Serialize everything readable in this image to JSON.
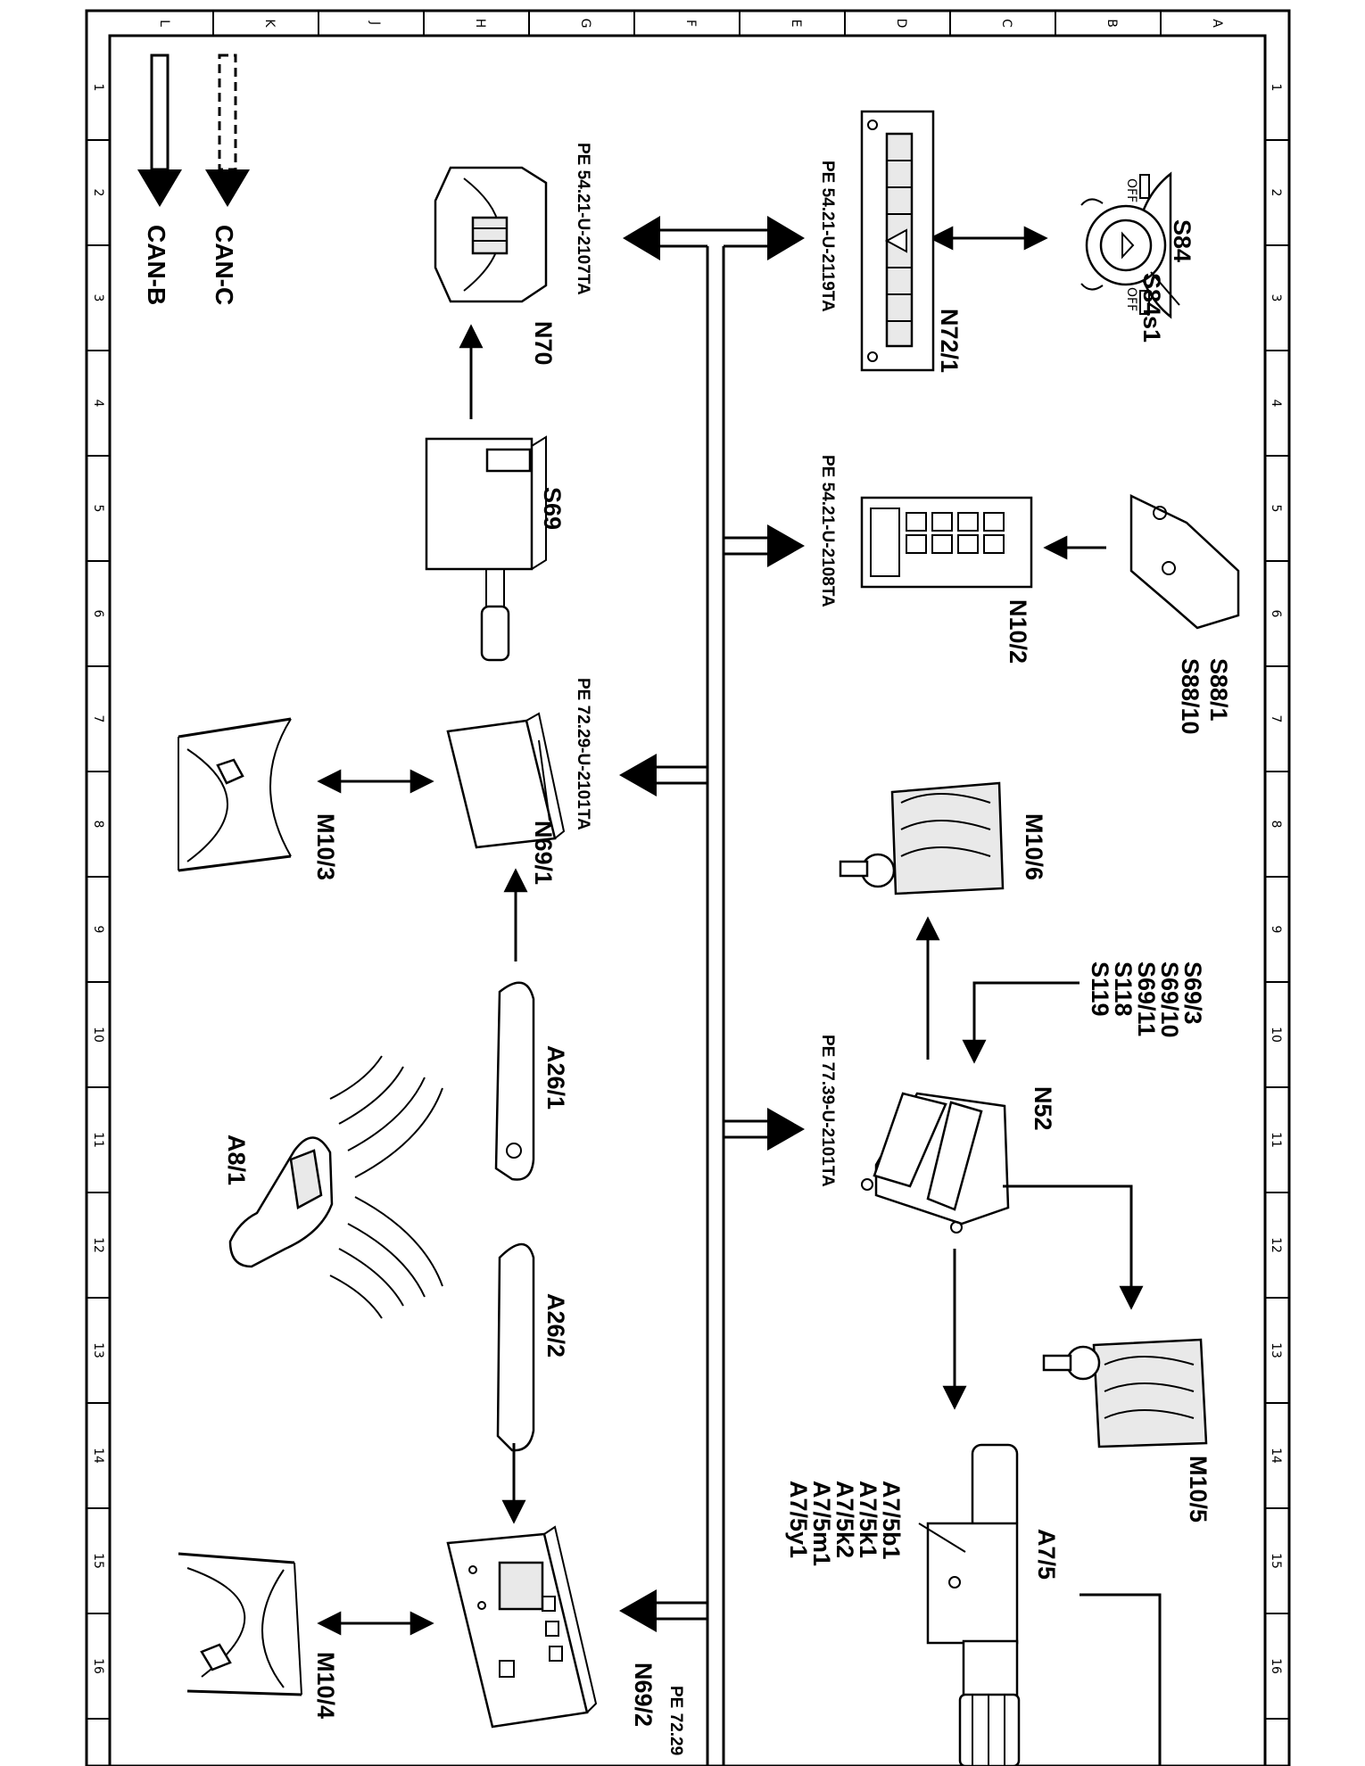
{
  "legend": {
    "can_c": "CAN-C",
    "can_b": "CAN-B"
  },
  "frame": {
    "left_letters": [
      "L",
      "K",
      "J",
      "H",
      "G",
      "F",
      "E",
      "D",
      "C",
      "B",
      "A"
    ],
    "top_numbers": [
      "1",
      "2",
      "3",
      "4",
      "5",
      "6",
      "7",
      "8",
      "9",
      "10",
      "11",
      "12",
      "13",
      "14",
      "15",
      "16"
    ]
  },
  "references": {
    "n70": "PE 54.21-U-2107TA",
    "n72_1": "PE 54.21-U-2119TA",
    "n10_2": "PE 54.21-U-2108TA",
    "n69_1": "PE 72.29-U-2101TA",
    "n52": "PE 77.39-U-2101TA",
    "n69_2": "PE 72.29"
  },
  "components": {
    "s84": "S84",
    "s84s1": "S84s1",
    "s84_off_1": "OFF",
    "s84_off_2": "OFF",
    "n72_1": "N72/1",
    "n70": "N70",
    "s69": "S69",
    "s88_1": "S88/1",
    "s88_10": "S88/10",
    "n10_2": "N10/2",
    "n69_1": "N69/1",
    "m10_3": "M10/3",
    "m10_6": "M10/6",
    "s69_3": "S69/3",
    "s69_10": "S69/10",
    "s69_11": "S69/11",
    "s118": "S118",
    "s119": "S119",
    "n52": "N52",
    "a26_1": "A26/1",
    "a8_1": "A8/1",
    "a26_2": "A26/2",
    "m10_5": "M10/5",
    "a7_5": "A7/5",
    "a7_5b1": "A7/5b1",
    "a7_5k1": "A7/5k1",
    "a7_5k2": "A7/5k2",
    "a7_5m1": "A7/5m1",
    "a7_5y1": "A7/5y1",
    "n69_2": "N69/2",
    "m10_4": "M10/4"
  }
}
